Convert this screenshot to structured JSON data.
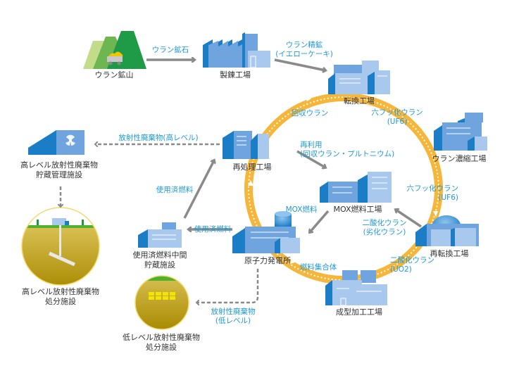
{
  "colors": {
    "cycle_ring": "#f6b63a",
    "arrow_gray": "#8a8a8a",
    "flow_text": "#1e9ad6",
    "label_text": "#333333",
    "building_dark": "#1b7dc6",
    "building_mid": "#6fa4de",
    "building_light": "#a8c8ee",
    "mountain_light": "#c3dc8a",
    "mountain_mid": "#6db651",
    "mountain_dark": "#1f9a47",
    "ground_gold": "#b8980a",
    "grass_green": "#4fb22e"
  },
  "facilities": {
    "uranium_mine": "ウラン鉱山",
    "refinery": "製錬工場",
    "conversion": "転換工場",
    "enrichment": "ウラン濃縮工場",
    "reconversion": "再転換工場",
    "fabrication": "成型加工工場",
    "power_plant": "原子力発電所",
    "reprocessing": "再処理工場",
    "mox_plant": "MOX燃料工場",
    "interim_storage": [
      "使用済燃料中間",
      "貯蔵施設"
    ],
    "hlw_storage": [
      "高レベル放射性廃棄物",
      "貯蔵管理施設"
    ],
    "hlw_disposal": [
      "高レベル放射性廃棄物",
      "処分施設"
    ],
    "llw_disposal": [
      "低レベル放射性廃棄物",
      "処分施設"
    ]
  },
  "flows": {
    "uranium_ore": "ウラン鉱石",
    "yellowcake": [
      "ウラン精鉱",
      "(イエローケーキ)"
    ],
    "uf6_1": [
      "六フッ化ウラン",
      "(UF6)"
    ],
    "uf6_2": [
      "六フッ化ウラン",
      "(UF6)"
    ],
    "uo2": [
      "二酸化ウラン",
      "(UO2)"
    ],
    "depleted_uo2": [
      "二酸化ウラン",
      "(劣化ウラン)"
    ],
    "fuel_assembly": "燃料集合体",
    "mox_fuel": "MOX燃料",
    "spent_fuel_to_storage": "使用済燃料",
    "spent_fuel_to_reprocessing": "使用済燃料",
    "recovered_uranium": "回収ウラン",
    "reuse": [
      "再利用",
      "(回収ウラン・プルトニウム)"
    ],
    "hlw": "放射性廃棄物(高レベル)",
    "llw": [
      "放射性廃棄物",
      "(低レベル)"
    ]
  }
}
